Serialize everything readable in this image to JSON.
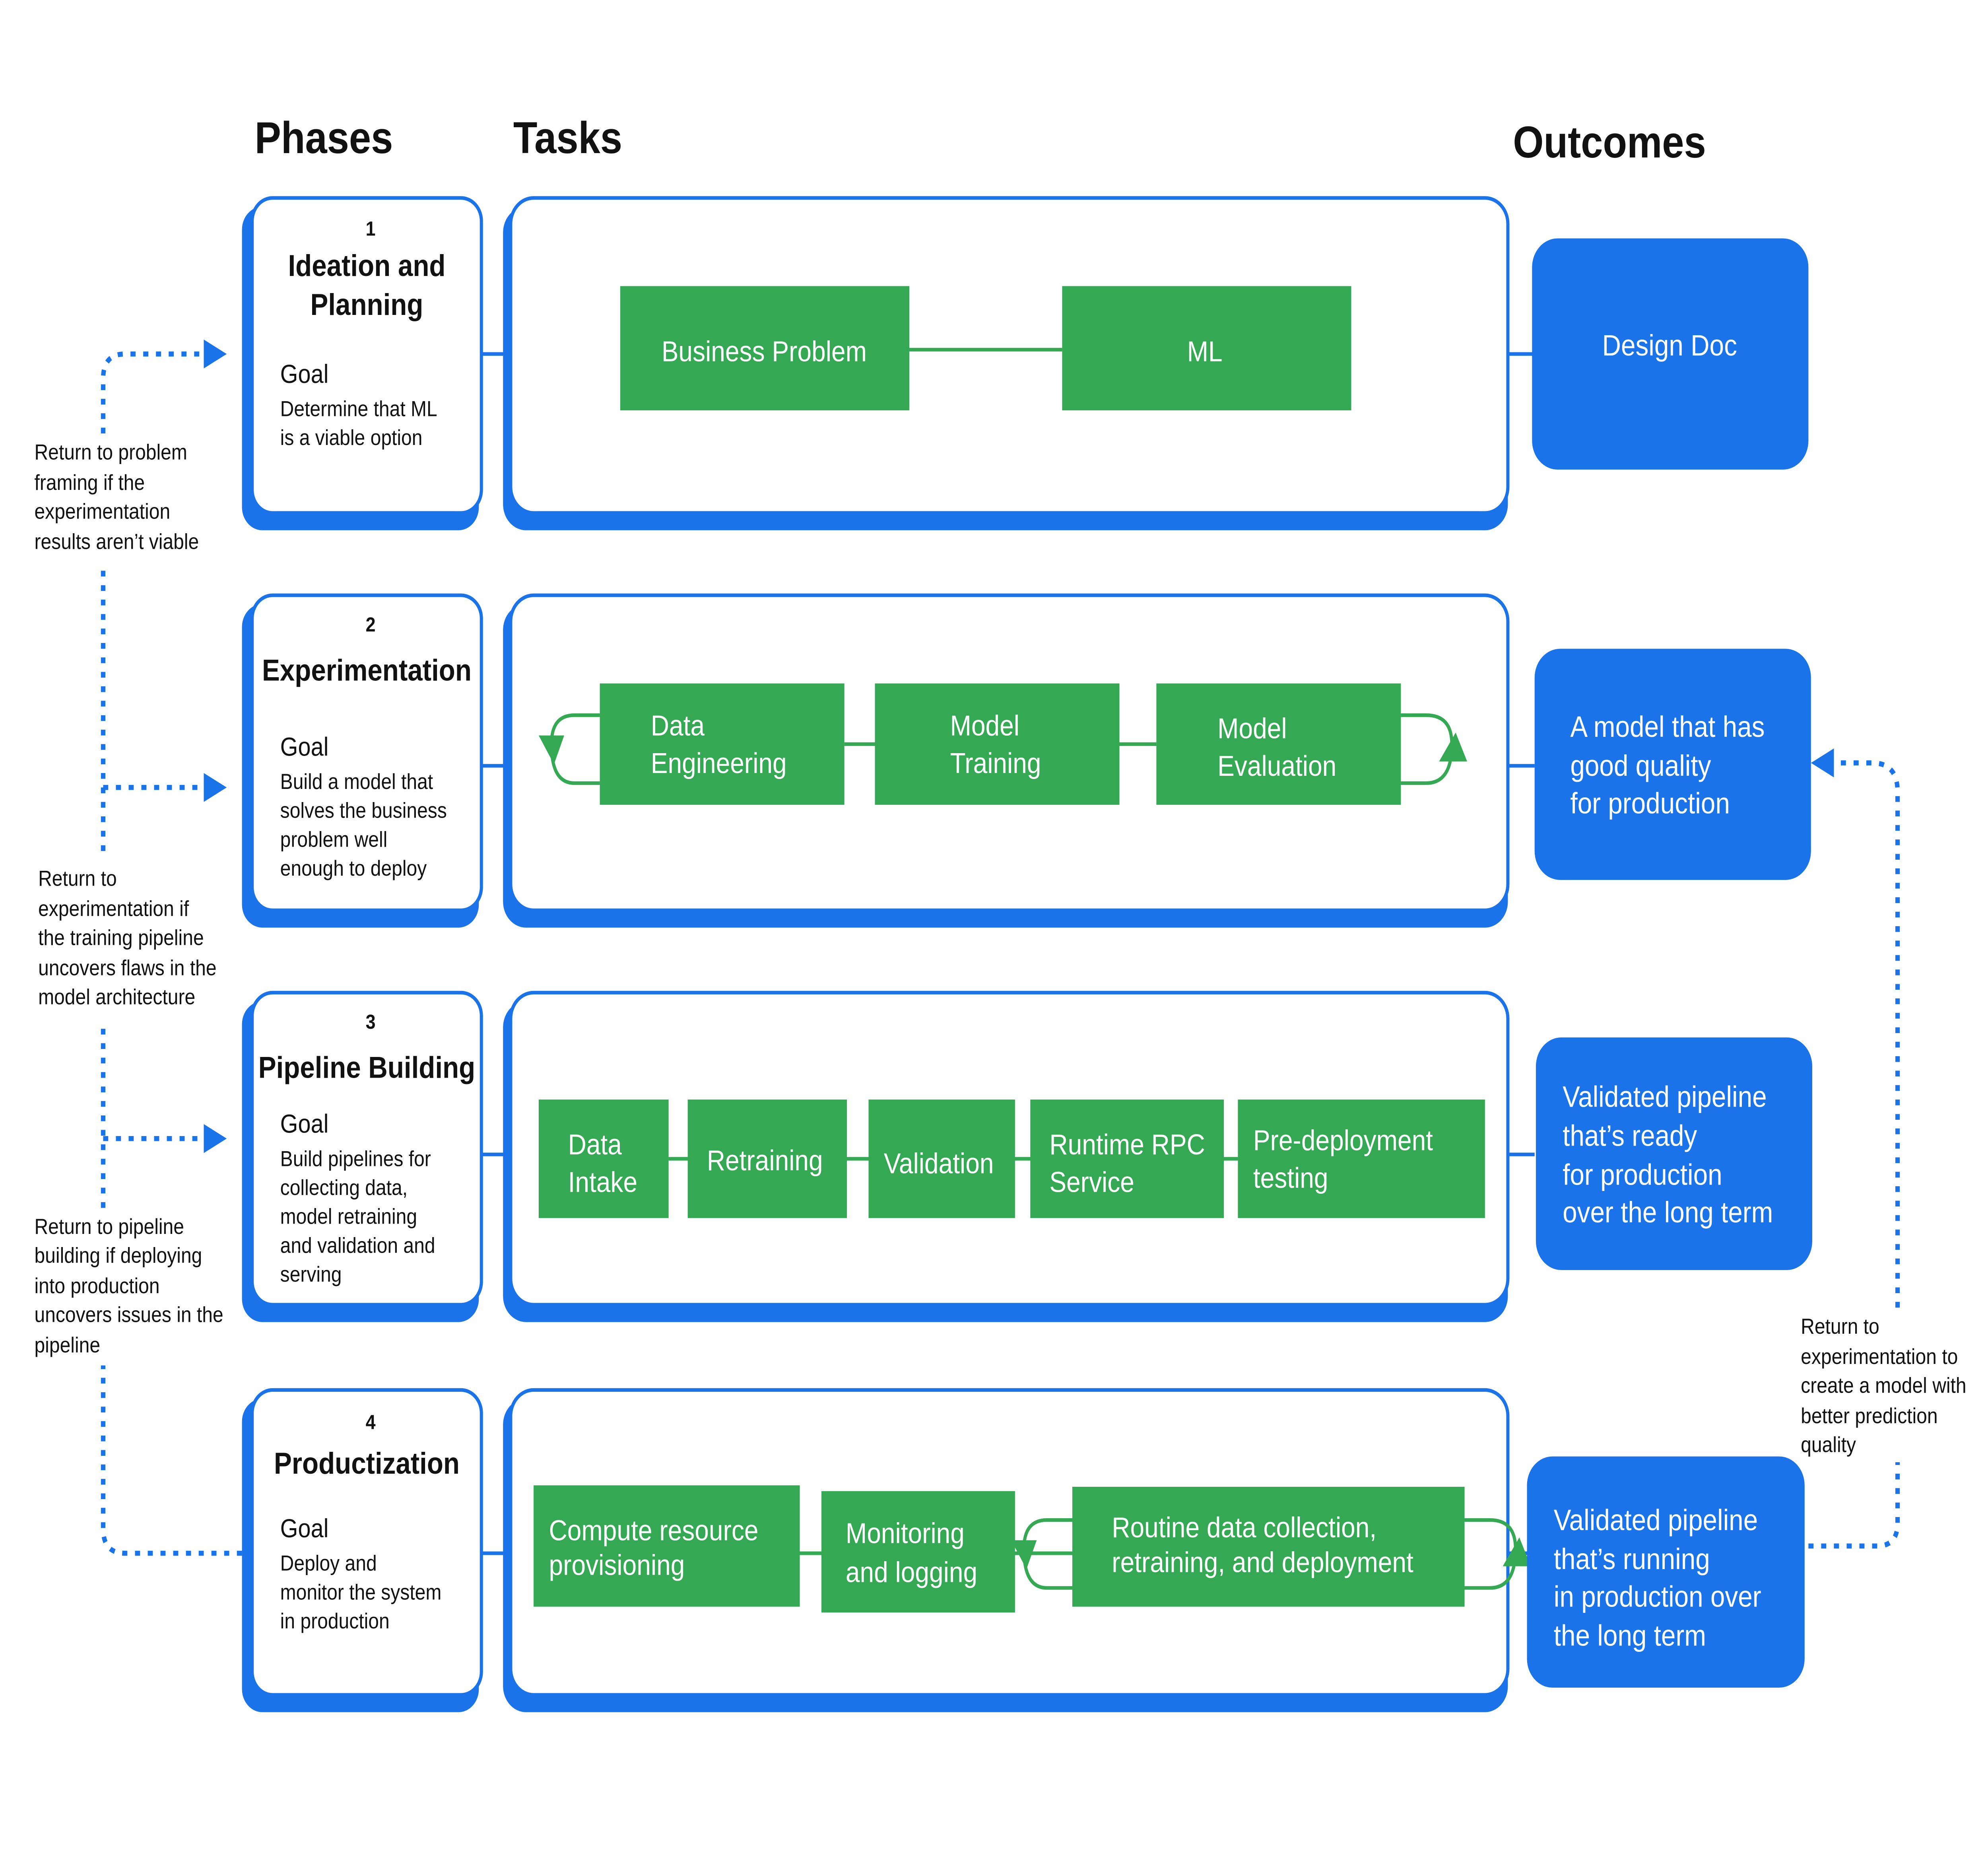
{
  "headers": {
    "phases": "Phases",
    "tasks": "Tasks",
    "outcomes": "Outcomes"
  },
  "colors": {
    "blue": "#1a73e8",
    "green": "#34a853",
    "dotted": "#1a73e8"
  },
  "phases": [
    {
      "number": "1",
      "title": [
        "Ideation and",
        "Planning"
      ],
      "goal_label": "Goal",
      "goal": [
        "Determine that ML",
        "is a viable option"
      ]
    },
    {
      "number": "2",
      "title": [
        "Experimentation"
      ],
      "goal_label": "Goal",
      "goal": [
        "Build a model that",
        "solves the business",
        "problem well",
        "enough to deploy"
      ]
    },
    {
      "number": "3",
      "title": [
        "Pipeline Building"
      ],
      "goal_label": "Goal",
      "goal": [
        "Build pipelines for",
        "collecting data,",
        "model retraining",
        "and validation and",
        "serving"
      ]
    },
    {
      "number": "4",
      "title": [
        "Productization"
      ],
      "goal_label": "Goal",
      "goal": [
        "Deploy and",
        "monitor the system",
        "in production"
      ]
    }
  ],
  "tasks": [
    [
      {
        "label": [
          "Business Problem"
        ]
      },
      {
        "label": [
          "ML"
        ]
      }
    ],
    [
      {
        "label": [
          "Data",
          "Engineering"
        ]
      },
      {
        "label": [
          "Model",
          "Training"
        ]
      },
      {
        "label": [
          "Model",
          "Evaluation"
        ]
      }
    ],
    [
      {
        "label": [
          "Data",
          "Intake"
        ]
      },
      {
        "label": [
          "Retraining"
        ]
      },
      {
        "label": [
          "Validation"
        ]
      },
      {
        "label": [
          "Runtime RPC",
          "Service"
        ]
      },
      {
        "label": [
          "Pre-deployment",
          "testing"
        ]
      }
    ],
    [
      {
        "label": [
          "Compute  resource",
          "provisioning"
        ]
      },
      {
        "label": [
          "Monitoring",
          "and logging"
        ]
      },
      {
        "label": [
          "Routine data collection,",
          "retraining, and deployment"
        ]
      }
    ]
  ],
  "outcomes": [
    {
      "label": [
        "Design Doc"
      ]
    },
    {
      "label": [
        "A model that has",
        "good quality",
        "for production"
      ]
    },
    {
      "label": [
        "Validated pipeline",
        "that’s ready",
        "for production",
        "over the long term"
      ]
    },
    {
      "label": [
        "Validated pipeline",
        "that’s running",
        "in production over",
        "the long term"
      ]
    }
  ],
  "feedback_notes": [
    {
      "text": [
        "Return to problem",
        "framing if the",
        "experimentation",
        "results aren’t viable"
      ]
    },
    {
      "text": [
        "Return to",
        "experimentation if",
        "the training pipeline",
        "uncovers flaws in the",
        "model architecture"
      ]
    },
    {
      "text": [
        "Return to pipeline",
        "building if deploying",
        "into production",
        "uncovers issues in the",
        "pipeline"
      ]
    },
    {
      "text": [
        "Return to",
        "experimentation to",
        "create a model with",
        "better prediction",
        "quality"
      ]
    }
  ]
}
